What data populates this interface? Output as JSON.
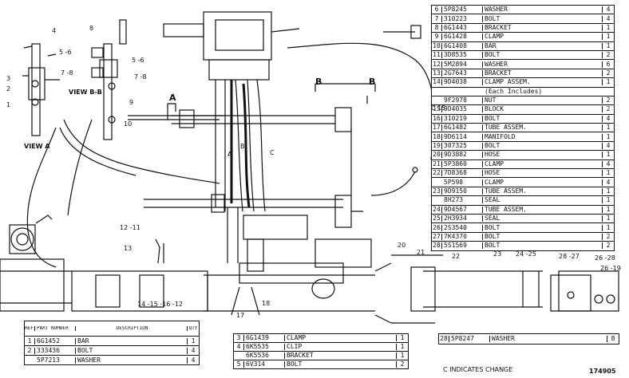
{
  "views": {
    "view_a": "VIEW A",
    "view_bb": "VIEW B-B"
  },
  "section_marks": {
    "a": "A",
    "b_left": "B",
    "b_right": "B",
    "hose_a": "A",
    "hose_b": "B",
    "hose_c": "C"
  },
  "callouts": {
    "c1": "1",
    "c2": "2",
    "c3": "3",
    "c4": "4",
    "c5_6_va": "5 -6",
    "c7_8": "7 -8",
    "c8": "8",
    "c5_6_vb": "5 -6",
    "c7_8_vb": "7 -8",
    "c9": "9",
    "c10": "10",
    "c11": "11",
    "c12_11": "12 -11",
    "c13": "13",
    "c14_16": "14 -15 -16 -12",
    "c17": "17",
    "c18": "18",
    "c20": "20",
    "c21": "21",
    "c22": "22",
    "c23": "23",
    "c24_25": "24 -25",
    "c28_27": "28 -27",
    "c26_28": "26 -28",
    "c26_19": "26 -19",
    "c15": "C 15"
  },
  "parts_top_right": [
    {
      "ref": "6",
      "part": "5P8245",
      "desc": "WASHER",
      "qty": "4"
    },
    {
      "ref": "7",
      "part": "310223",
      "desc": "BOLT",
      "qty": "4"
    },
    {
      "ref": "8",
      "part": "6G1443",
      "desc": "BRACKET",
      "qty": "1"
    },
    {
      "ref": "9",
      "part": "6G1428",
      "desc": "CLAMP",
      "qty": "1"
    },
    {
      "ref": "10",
      "part": "6G1408",
      "desc": "BAR",
      "qty": "1"
    },
    {
      "ref": "11",
      "part": "3D8535",
      "desc": "BOLT",
      "qty": "2"
    },
    {
      "ref": "12",
      "part": "5M2894",
      "desc": "WASHER",
      "qty": "6"
    },
    {
      "ref": "13",
      "part": "2G7643",
      "desc": "BRACKET",
      "qty": "2"
    },
    {
      "ref": "14",
      "part": "9D4038",
      "desc": "CLAMP ASSEM.",
      "qty": "1"
    },
    {
      "ref": "",
      "part": "",
      "desc": "(Each Includes)",
      "qty": ""
    },
    {
      "ref": "",
      "part": "9F2978",
      "desc": "NUT",
      "qty": "2"
    },
    {
      "ref": "15",
      "part": "9D4035",
      "desc": "BLOCK",
      "qty": "2"
    },
    {
      "ref": "16",
      "part": "310219",
      "desc": "BOLT",
      "qty": "4"
    },
    {
      "ref": "17",
      "part": "6G1482",
      "desc": "TUBE ASSEM.",
      "qty": "1"
    },
    {
      "ref": "18",
      "part": "9D6114",
      "desc": "MANIFOLD",
      "qty": "1"
    },
    {
      "ref": "19",
      "part": "307325",
      "desc": "BOLT",
      "qty": "4"
    },
    {
      "ref": "20",
      "part": "9D3882",
      "desc": "HOSE",
      "qty": "1"
    },
    {
      "ref": "21",
      "part": "5P3860",
      "desc": "CLAMP",
      "qty": "4"
    },
    {
      "ref": "22",
      "part": "7D8368",
      "desc": "HOSE",
      "qty": "1"
    },
    {
      "ref": "",
      "part": "5P598",
      "desc": "CLAMP",
      "qty": "4"
    },
    {
      "ref": "23",
      "part": "9D9150",
      "desc": "TUBE ASSEM.",
      "qty": "1"
    },
    {
      "ref": "",
      "part": "8H273",
      "desc": "SEAL",
      "qty": "1"
    },
    {
      "ref": "24",
      "part": "9D4567",
      "desc": "TUBE ASSEM.",
      "qty": "1"
    },
    {
      "ref": "25",
      "part": "2H3934",
      "desc": "SEAL",
      "qty": "1"
    },
    {
      "ref": "26",
      "part": "2S3540",
      "desc": "BOLT",
      "qty": "1"
    },
    {
      "ref": "27",
      "part": "7K4370",
      "desc": "BOLT",
      "qty": "2"
    },
    {
      "ref": "28",
      "part": "5S1569",
      "desc": "BOLT",
      "qty": "2"
    }
  ],
  "table_bottom_left": {
    "header": {
      "ref": "REF. NO.",
      "part": "PART NUMBER",
      "desc": "DESCRIPTION",
      "qty": "QTY"
    },
    "rows": [
      {
        "ref": "1",
        "part": "6G1452",
        "desc": "BAR",
        "qty": "1"
      },
      {
        "ref": "2",
        "part": "333436",
        "desc": "BOLT",
        "qty": "4"
      },
      {
        "ref": "",
        "part": "5P7213",
        "desc": "WASHER",
        "qty": "4"
      }
    ]
  },
  "table_bottom_mid": [
    {
      "ref": "3",
      "part": "6G1439",
      "desc": "CLAMP",
      "qty": "1"
    },
    {
      "ref": "4",
      "part": "6K5535",
      "desc": "CLIP",
      "qty": "1"
    },
    {
      "ref": "",
      "part": "6K5536",
      "desc": "BRACKET",
      "qty": "1"
    },
    {
      "ref": "5",
      "part": "6V314",
      "desc": "BOLT",
      "qty": "2"
    }
  ],
  "table_bottom_right": [
    {
      "ref": "28",
      "part": "5P8247",
      "desc": "WASHER",
      "qty": "8"
    }
  ],
  "footer": {
    "change_note": "C INDICATES CHANGE",
    "drawing_number": "174905"
  }
}
